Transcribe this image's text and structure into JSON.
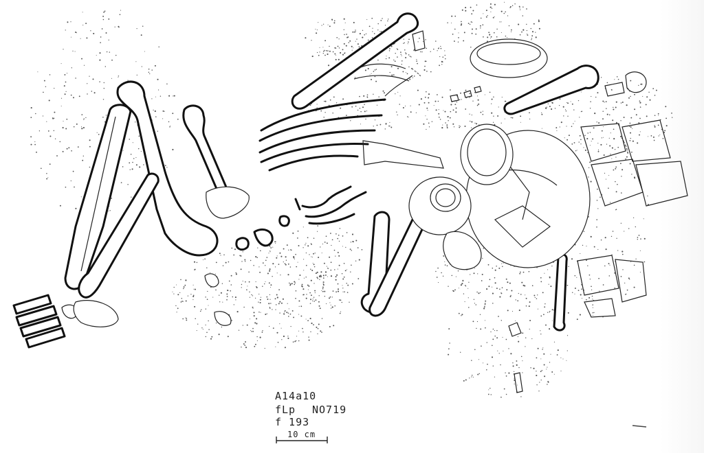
{
  "labels": {
    "line1": "A14a10",
    "line2a": "fLp",
    "line2b": "NO719",
    "line3": "f 193",
    "scale": "10 cm"
  },
  "colors": {
    "ink": "#111111",
    "paper": "#ffffff",
    "stipple": "#555555"
  }
}
